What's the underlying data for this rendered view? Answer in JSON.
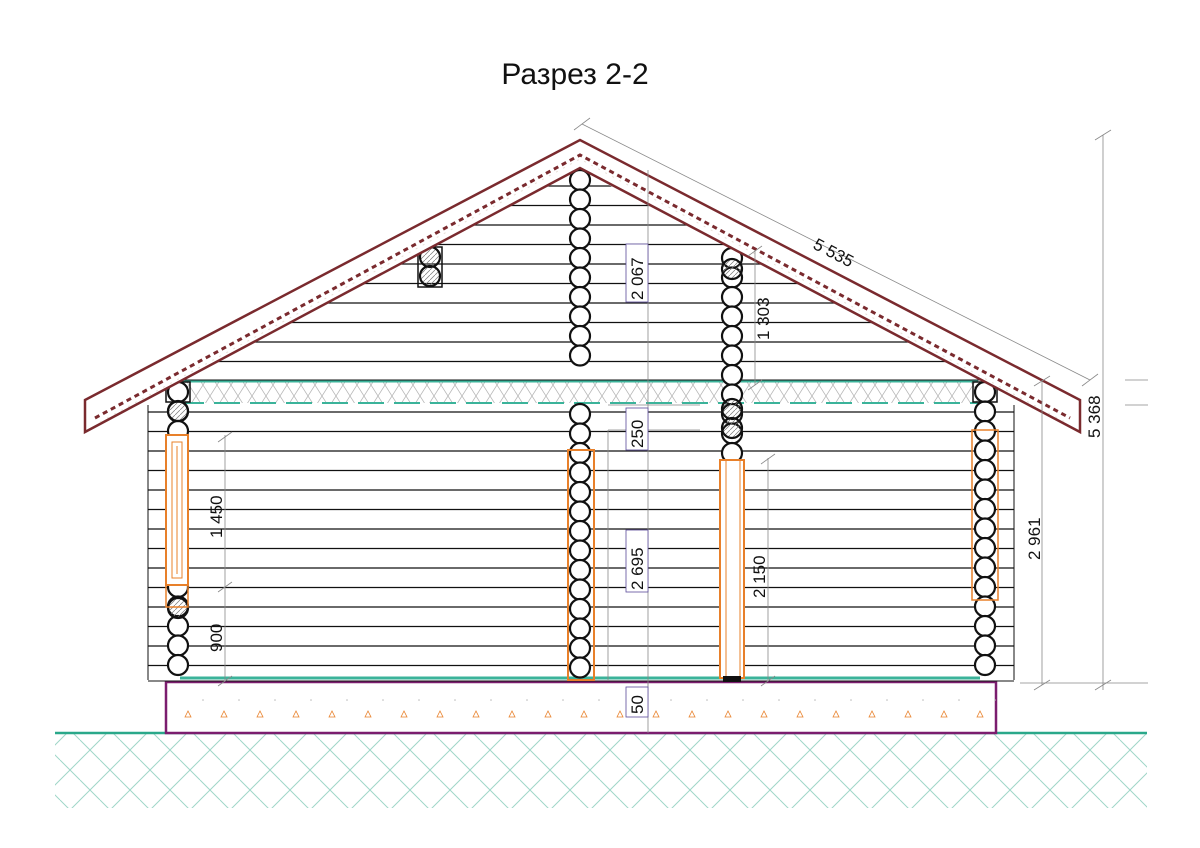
{
  "title": "Разрез 2-2",
  "dimensions": {
    "roof_slope_length": "5 535",
    "total_height": "5 368",
    "gable_height": "2 067",
    "upper_post_height": "1 303",
    "floor_thickness": "250",
    "wall_height_inner": "2 695",
    "wall_height": "2 961",
    "window_height": "1 450",
    "window_sill_height": "900",
    "door_height": "2 150",
    "foundation_thickness": "50"
  },
  "colors": {
    "roof": "#7a2a2e",
    "roof_dots": "#e8e0d8",
    "wall_lines": "#111111",
    "insulation": "#3bb39a",
    "insulation_hatch": "#b8b8b8",
    "frame": "#e8802a",
    "foundation": "#7b1d6e",
    "ground_line": "#2aa88a",
    "ground_hatch": "#9fd6c8",
    "dimension_lines": "#888888",
    "label_box": "#5a4a9a"
  }
}
